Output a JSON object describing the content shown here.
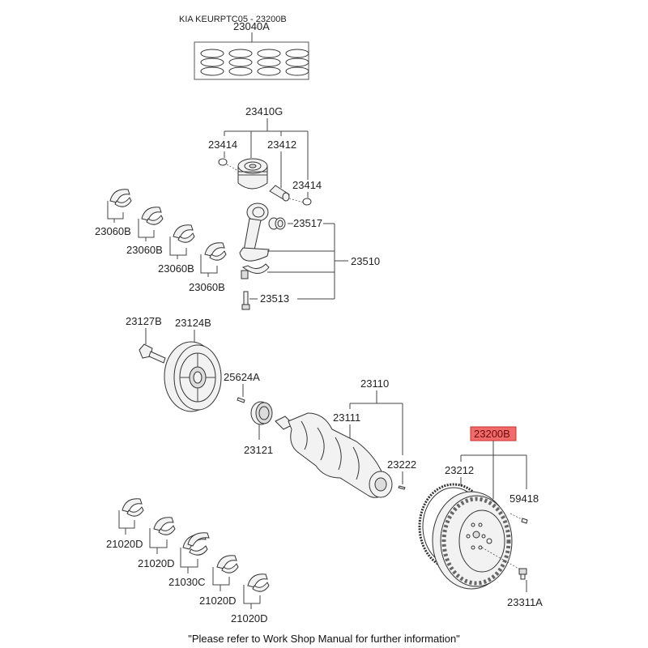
{
  "header": {
    "title": "KIA KEURPTC05 - 23200B"
  },
  "highlight_color": "#f26b6b",
  "parts": {
    "piston_ring_set": "23040A",
    "piston_assembly": "23410G",
    "snap_ring_left": "23414",
    "piston_pin": "23412",
    "snap_ring_right": "23414",
    "conrod_bushing": "23517",
    "conrod_assembly": "23510",
    "conrod_bolt": "23513",
    "conrod_bearings": [
      "23060B",
      "23060B",
      "23060B",
      "23060B"
    ],
    "pulley_bolt": "23127B",
    "damper_pulley": "23124B",
    "key": "25624A",
    "front_oil_seal": "23121",
    "crankshaft_assembly": "23110",
    "crankshaft": "23111",
    "crankshaft_pin": "23222",
    "flywheel_assembly": "23200B",
    "ring_gear": "23212",
    "dowel_pin": "59418",
    "flywheel_bolt": "23311A",
    "main_bearings": [
      "21020D",
      "21020D",
      "21030C",
      "21020D",
      "21020D"
    ]
  },
  "footer": {
    "note": "\"Please refer to Work Shop Manual for further information\""
  }
}
